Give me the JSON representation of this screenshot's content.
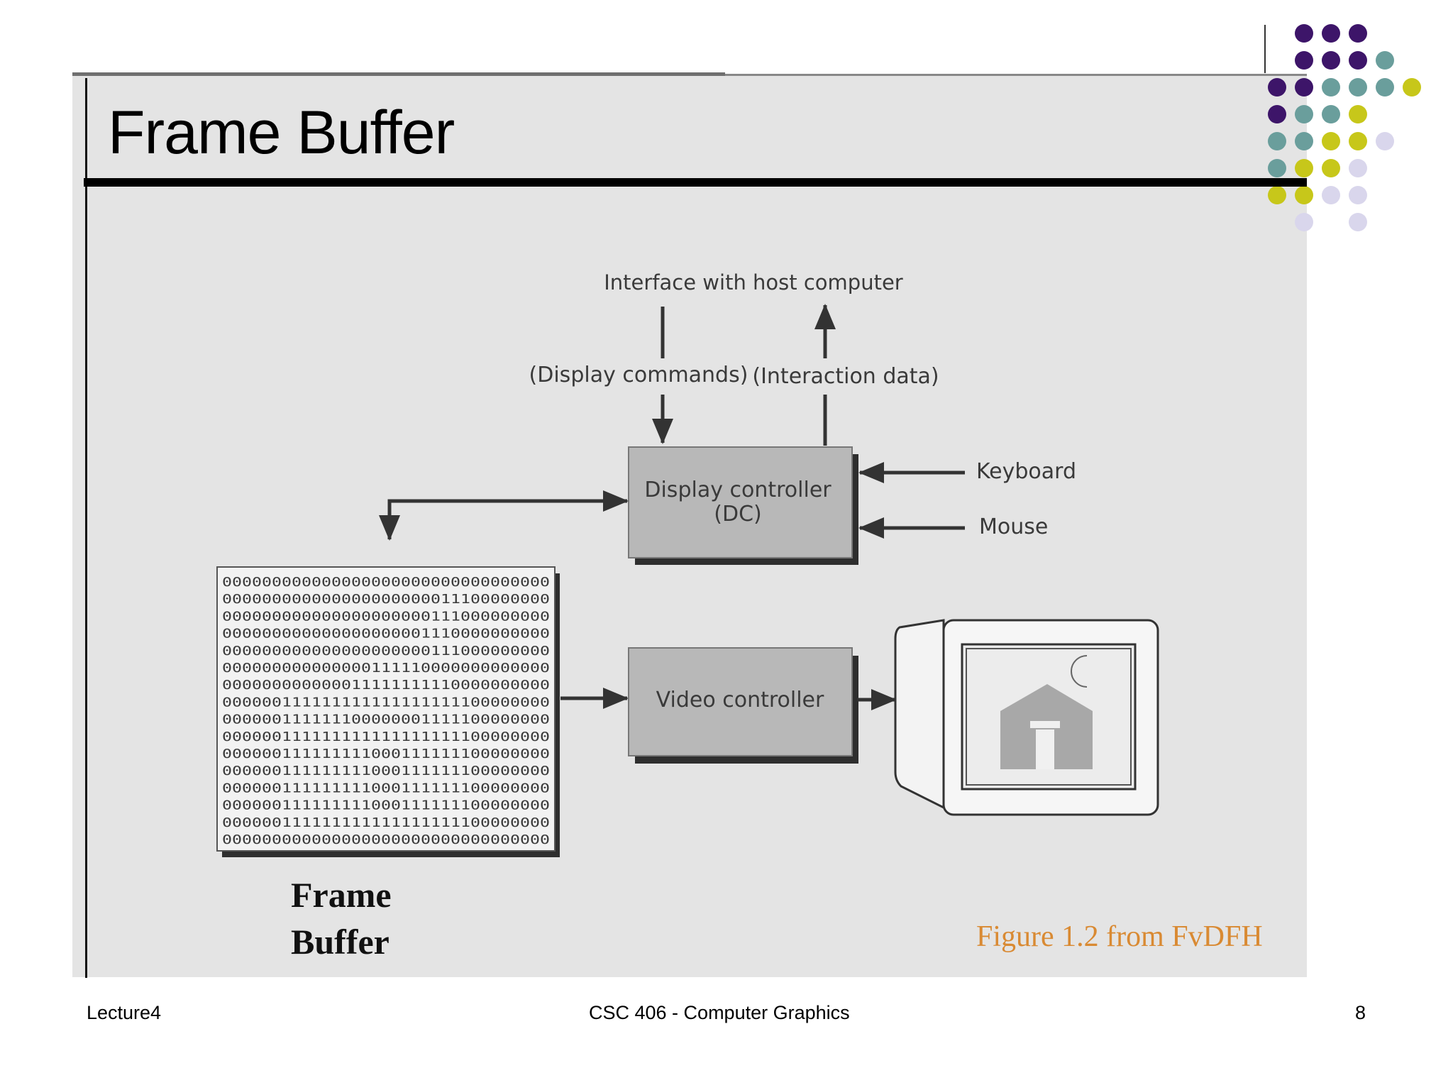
{
  "slide": {
    "title": "Frame Buffer",
    "caption": "Figure 1.2 from FvDFH",
    "frame_buffer_label": [
      "Frame",
      "Buffer"
    ]
  },
  "diagram": {
    "interface_label": "Interface with host computer",
    "display_commands_label": "(Display commands)",
    "interaction_data_label": "(Interaction data)",
    "display_controller_label": [
      "Display controller",
      "(DC)"
    ],
    "keyboard_label": "Keyboard",
    "mouse_label": "Mouse",
    "video_controller_label": "Video controller",
    "bit_rows": [
      "000000000000000000000000000000000",
      "000000000000000000000011100000000",
      "000000000000000000000111000000000",
      "000000000000000000001110000000000",
      "000000000000000000000111000000000",
      "000000000000000111110000000000000",
      "000000000000011111111110000000000",
      "000000111111111111111111100000000",
      "000000111111100000001111100000000",
      "000000111111111111111111100000000",
      "000000111111111000111111100000000",
      "000000111111111000111111100000000",
      "000000111111111000111111100000000",
      "000000111111111000111111100000000",
      "000000111111111111111111100000000",
      "000000000000000000000000000000000"
    ]
  },
  "colors": {
    "panel_bg": "#e4e4e4",
    "caption": "#d98a33",
    "dot_purple": "#3d1569",
    "dot_teal": "#6a9e9c",
    "dot_yellow": "#c7c71a",
    "dot_lavender": "#d9d6ec"
  },
  "footer": {
    "left": "Lecture4",
    "center": "CSC 406 - Computer Graphics",
    "right": "8"
  }
}
